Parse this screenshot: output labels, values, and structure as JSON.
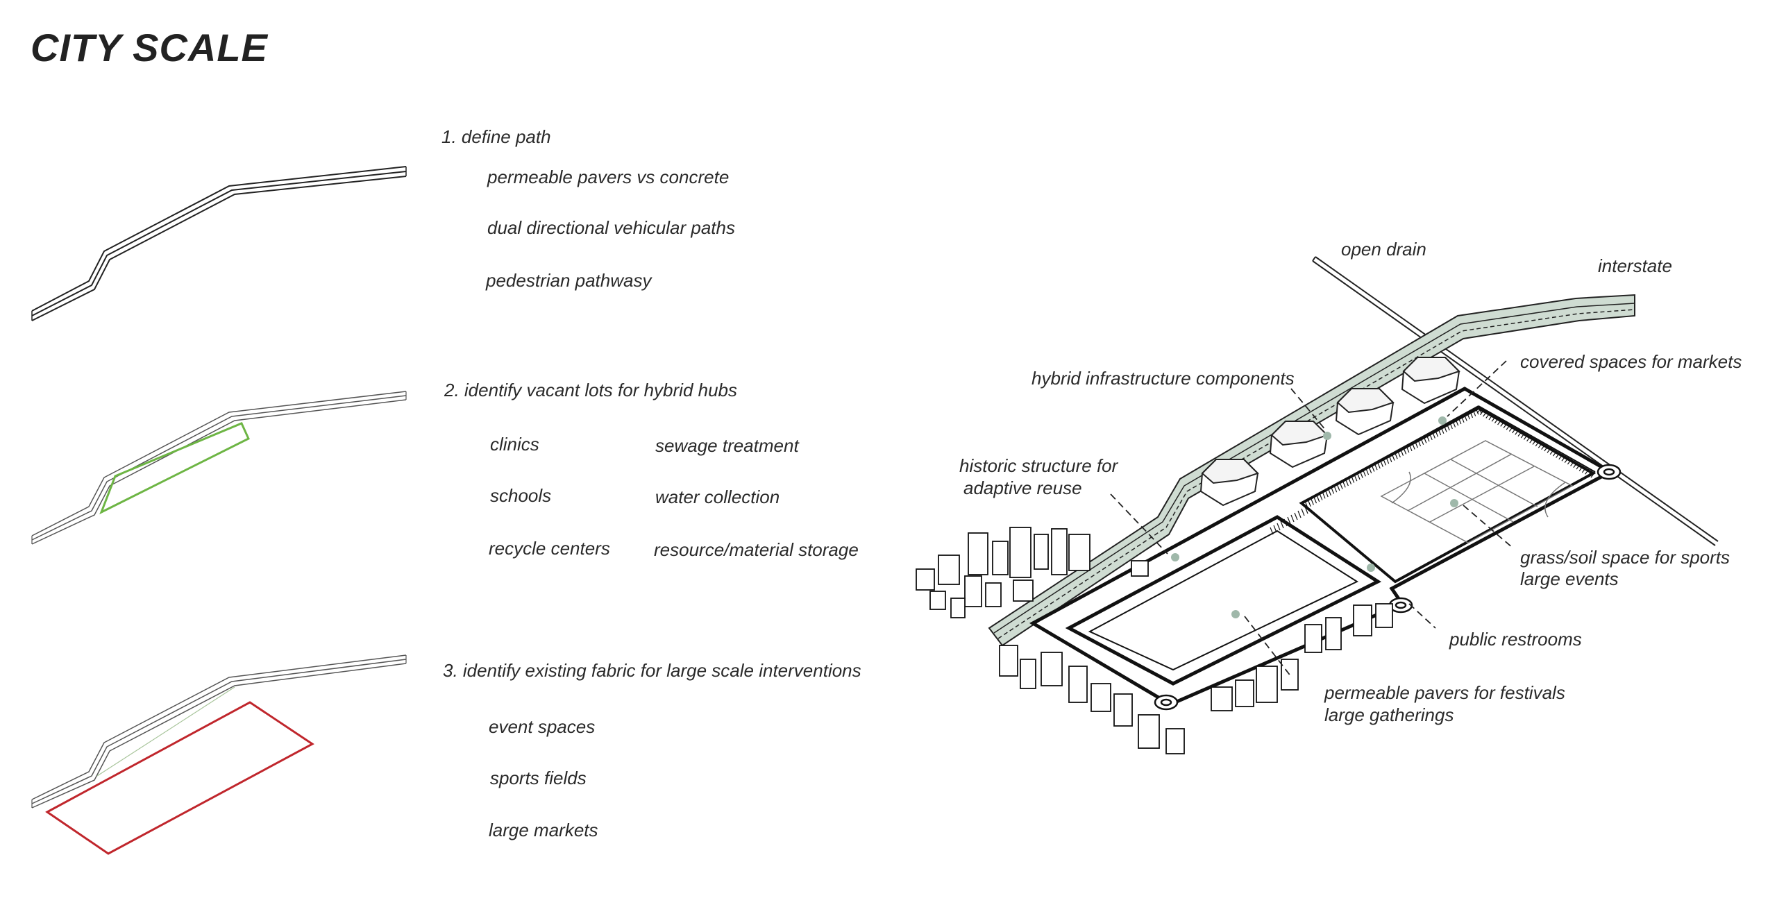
{
  "title": "CITY SCALE",
  "steps": [
    {
      "heading": "1. define path",
      "items": [
        "permeable pavers vs concrete",
        "dual directional vehicular paths",
        "pedestrian pathwasy"
      ]
    },
    {
      "heading": "2. identify vacant lots for hybrid hubs",
      "items_left": [
        "clinics",
        "schools",
        "recycle centers"
      ],
      "items_right": [
        "sewage treatment",
        "water collection",
        "resource/material storage"
      ]
    },
    {
      "heading": "3. identify existing fabric for large scale interventions",
      "items": [
        "event spaces",
        "sports fields",
        "large markets"
      ]
    }
  ],
  "labels": {
    "open_drain": "open drain",
    "interstate": "interstate",
    "covered_spaces": "covered spaces for markets",
    "hybrid_components": "hybrid infrastructure components",
    "historic_1": "historic structure for",
    "historic_2": "adaptive reuse",
    "grass_1": "grass/soil space for sports",
    "grass_2": "large events",
    "restrooms": "public restrooms",
    "pavers_1": "permeable pavers for festivals",
    "pavers_2": "large gatherings"
  },
  "colors": {
    "path_green": "#cfdcd2",
    "lot_green": "#6db544",
    "fabric_red": "#c0262c",
    "dot": "#9fb8aa"
  }
}
